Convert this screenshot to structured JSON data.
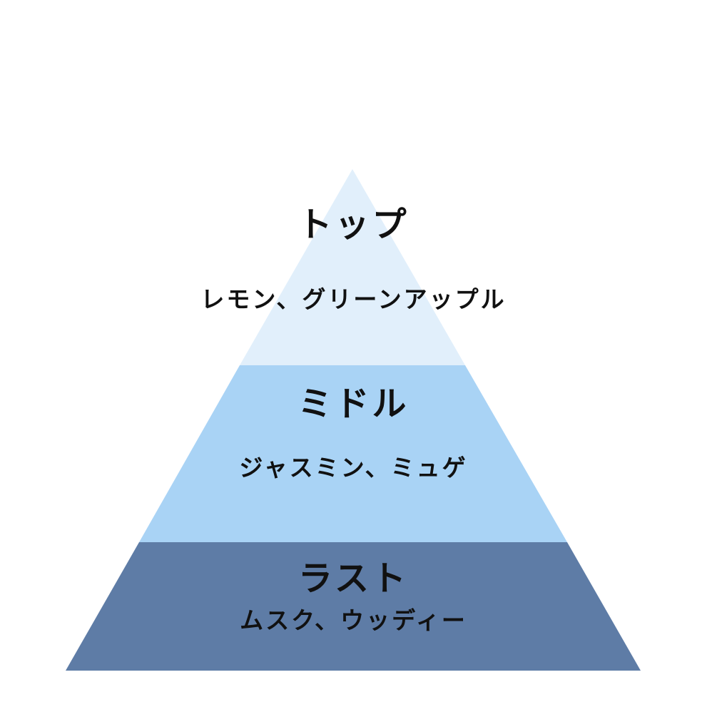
{
  "pyramid": {
    "tiers": [
      {
        "id": "top",
        "title": "トップ",
        "notes": "レモン、グリーンアップル",
        "color": "#e1effb"
      },
      {
        "id": "middle",
        "title": "ミドル",
        "notes": "ジャスミン、ミュゲ",
        "color": "#a9d3f5"
      },
      {
        "id": "base",
        "title": "ラスト",
        "notes": "ムスク、ウッディー",
        "color": "#5e7ca6"
      }
    ]
  }
}
